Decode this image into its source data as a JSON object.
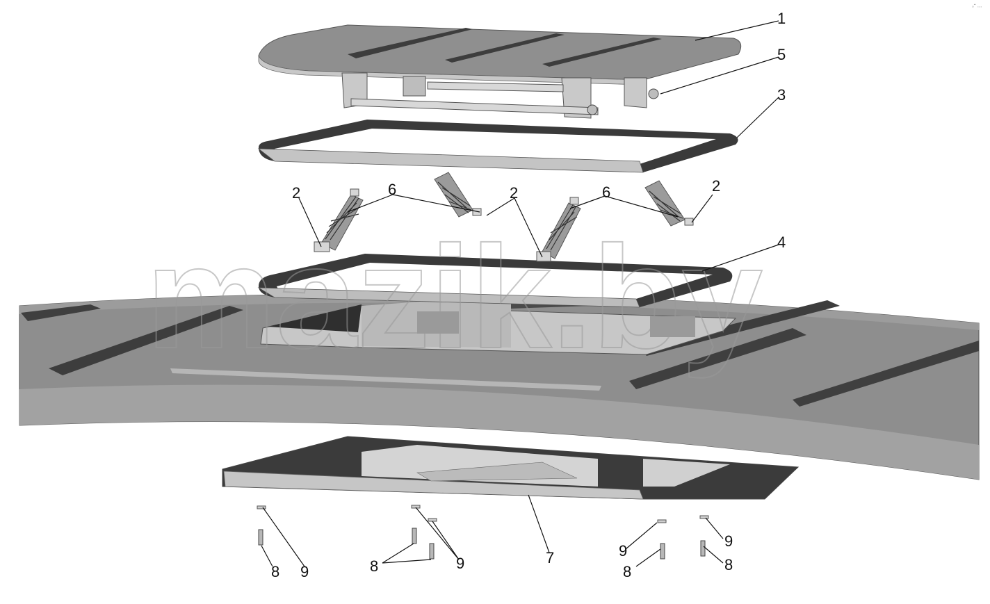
{
  "corner_mark": "◦ˆ ∙∙∙",
  "watermark": "mazik.by",
  "callouts": {
    "c1": "1",
    "c5": "5",
    "c3": "3",
    "c2a": "2",
    "c6a": "6",
    "c2b": "2",
    "c6b": "6",
    "c2c": "2",
    "c4": "4",
    "c7": "7",
    "c8a": "8",
    "c9a": "9",
    "c8b": "8",
    "c9b": "9",
    "c9c": "9",
    "c8c": "8",
    "c9d": "9",
    "c8d": "8"
  }
}
